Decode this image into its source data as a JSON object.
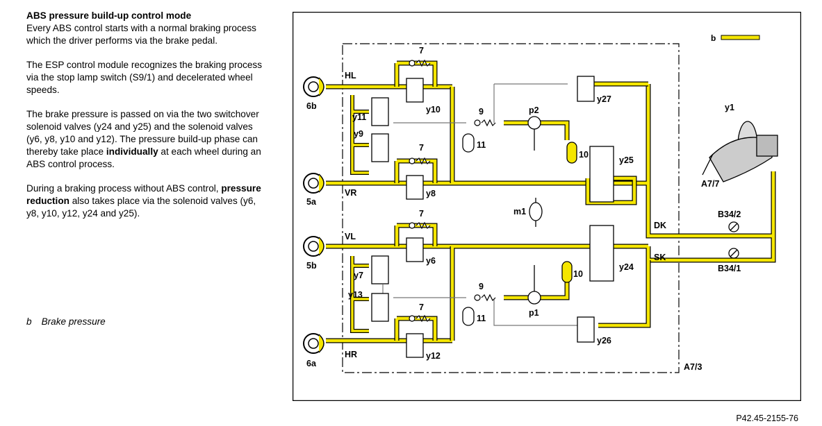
{
  "text": {
    "heading": "ABS pressure build-up control mode",
    "p1": "Every ABS control starts with a normal braking process which the driver performs via the brake pedal.",
    "p2": "The ESP control module recognizes the braking process via the stop lamp switch (S9/1) and decelerated wheel speeds.",
    "p3_a": "The brake pressure is passed on via the two switchover solenoid valves (y24 and y25) and the solenoid valves (y6, y8, y10 and y12). The pressure build-up phase can thereby take place ",
    "p3_bold": "individually",
    "p3_b": " at each wheel during an ABS control process.",
    "p4_a": "During a braking process without ABS control, ",
    "p4_bold": "pressure reduction",
    "p4_b": " also takes place via the solenoid valves (y6, y8, y10, y12, y24 and y25).",
    "legend_letter": "b",
    "legend_text": "Brake pressure"
  },
  "diagram": {
    "colors": {
      "pressure": "#f5e600",
      "line": "#000000",
      "grey": "#888888"
    },
    "labels": {
      "b": "b",
      "HL": "HL",
      "VR": "VR",
      "VL": "VL",
      "HR": "HR",
      "DK": "DK",
      "SK": "SK",
      "w6b": "6b",
      "w5a": "5a",
      "w5b": "5b",
      "w6a": "6a",
      "y11": "y11",
      "y9": "y9",
      "y10": "y10",
      "y8": "y8",
      "y7": "y7",
      "y13": "y13",
      "y6": "y6",
      "y12": "y12",
      "y27": "y27",
      "y25": "y25",
      "y24": "y24",
      "y26": "y26",
      "p2": "p2",
      "p1": "p1",
      "m1": "m1",
      "n7a": "7",
      "n7b": "7",
      "n7c": "7",
      "n7d": "7",
      "n9a": "9",
      "n9b": "9",
      "n11a": "11",
      "n11b": "11",
      "n10a": "10",
      "n10b": "10",
      "y1": "y1",
      "A77": "A7/7",
      "B342": "B34/2",
      "B341": "B34/1",
      "A73": "A7/3"
    },
    "figure_ref": "P42.45-2155-76"
  }
}
